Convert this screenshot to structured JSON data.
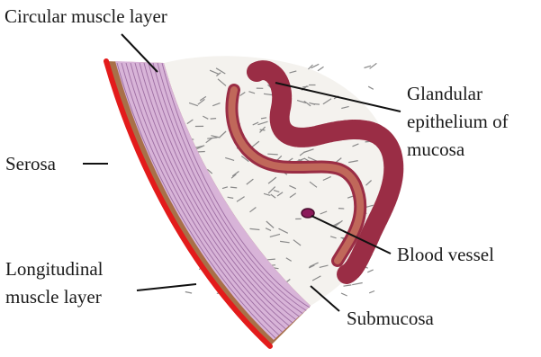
{
  "diagram": {
    "labels": {
      "circular_muscle_layer": "Circular muscle layer",
      "serosa": "Serosa",
      "longitudinal_muscle_layer": [
        "Longitudinal",
        "muscle layer"
      ],
      "glandular_epithelium": [
        "Glandular",
        "epithelium of",
        "mucosa"
      ],
      "blood_vessel": "Blood vessel",
      "submucosa": "Submucosa"
    },
    "colors": {
      "serosa": "#e31b1b",
      "longitudinal_muscle": "#a87048",
      "circular_muscle": "#d8b4d8",
      "circular_muscle_lines": "#9e6fa3",
      "submucosa_background": "#f4f2ee",
      "submucosa_strokes": "#8a8a8a",
      "mucosa": "#9a2d45",
      "mucosa_inner": "#c0685a",
      "blood_vessel": "#8b1a5a"
    }
  }
}
